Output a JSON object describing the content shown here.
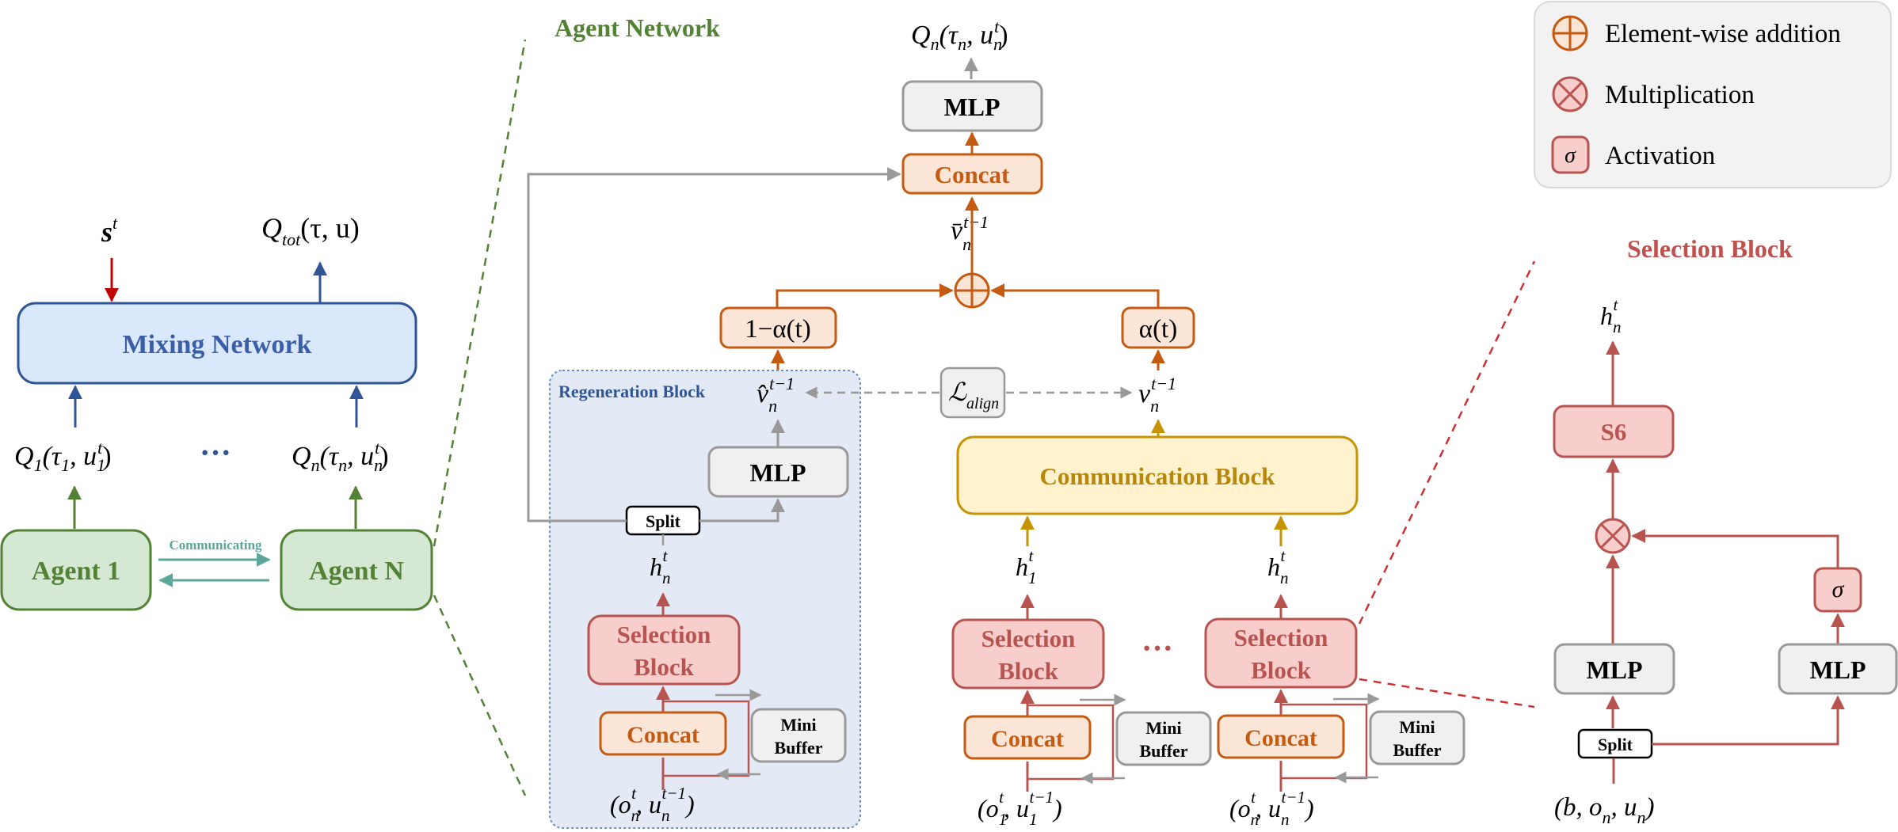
{
  "colors": {
    "green": "#548235",
    "green_fill": "#d5e8d4",
    "blue": "#2f5597",
    "blue_fill": "#dae8fc",
    "blue_text": "#3a5ea8",
    "red": "#c00000",
    "orange": "#c55a11",
    "orange_fill": "#fbe5d6",
    "pink": "#b85450",
    "pink_fill": "#f8cecc",
    "gold": "#c69400",
    "gold_fill": "#fff2cc",
    "gold_text": "#b8860b",
    "gray": "#999999",
    "gray_fill": "#f0f0f0",
    "teal": "#5ba89a",
    "regen_fill": "#e3e9f5",
    "regen_border": "#6c8ebf"
  },
  "left": {
    "state": "s",
    "state_sup": "t",
    "q_tot": "Q",
    "q_tot_sub": "tot",
    "q_tot_args": "(τ, u)",
    "mixing_network": "Mixing Network",
    "q1": "Q",
    "q1_sub": "1",
    "q1_args": "(τ",
    "q1_args_sub": "1",
    "q1_u": ", u",
    "q1_u_sub": "1",
    "q1_u_sup": "t",
    "qn": "Q",
    "qn_sub": "n",
    "qn_args": "(τ",
    "qn_args_sub": "n",
    "qn_u": ", u",
    "qn_u_sub": "n",
    "qn_u_sup": "t",
    "ellipsis": "···",
    "agent1": "Agent 1",
    "agentN": "Agent N",
    "communicating": "Communicating"
  },
  "agent_network": {
    "title": "Agent Network",
    "q_out": "Q",
    "q_out_sub": "n",
    "q_out_args": "(τ",
    "q_out_args_sub": "n",
    "q_out_u": ", u",
    "q_out_u_sub": "n",
    "q_out_u_sup": "t",
    "mlp_top": "MLP",
    "concat_top": "Concat",
    "vbar": "v̄",
    "vbar_sub": "n",
    "vbar_sup": "t−1",
    "one_minus_alpha": "1−α(t)",
    "alpha": "α(t)",
    "regen_title": "Regeneration Block",
    "vhat": "v̂",
    "vhat_sub": "n",
    "vhat_sup": "t−1",
    "l_align": "ℒ",
    "l_align_sub": "align",
    "v": "v",
    "v_sub": "n",
    "v_sup": "t−1",
    "mlp_regen": "MLP",
    "split": "Split",
    "h": "h",
    "h_sup": "t",
    "h_n_sub": "n",
    "h_1_sub": "1",
    "selection_block_l1": "Selection",
    "selection_block_l2": "Block",
    "concat": "Concat",
    "mini_buffer_l1": "Mini",
    "mini_buffer_l2": "Buffer",
    "communication_block": "Communication Block",
    "ellipsis": "···",
    "in_o": "(o",
    "in_sup_t": "t",
    "in_sub_n": "n",
    "in_sub_1": "1",
    "in_u": ", u",
    "in_sup_t1": "t−1",
    "in_close": ")"
  },
  "legend": {
    "addition": "Element-wise addition",
    "multiplication": "Multiplication",
    "activation": "Activation",
    "sigma": "σ"
  },
  "selection_detail": {
    "title": "Selection Block",
    "h": "h",
    "h_sub": "n",
    "h_sup": "t",
    "s6": "S6",
    "sigma": "σ",
    "mlp_left": "MLP",
    "mlp_right": "MLP",
    "split": "Split",
    "input": "(b, o",
    "input_o_sub": "n",
    "input_u": ", u",
    "input_u_sub": "n",
    "input_close": ")"
  }
}
